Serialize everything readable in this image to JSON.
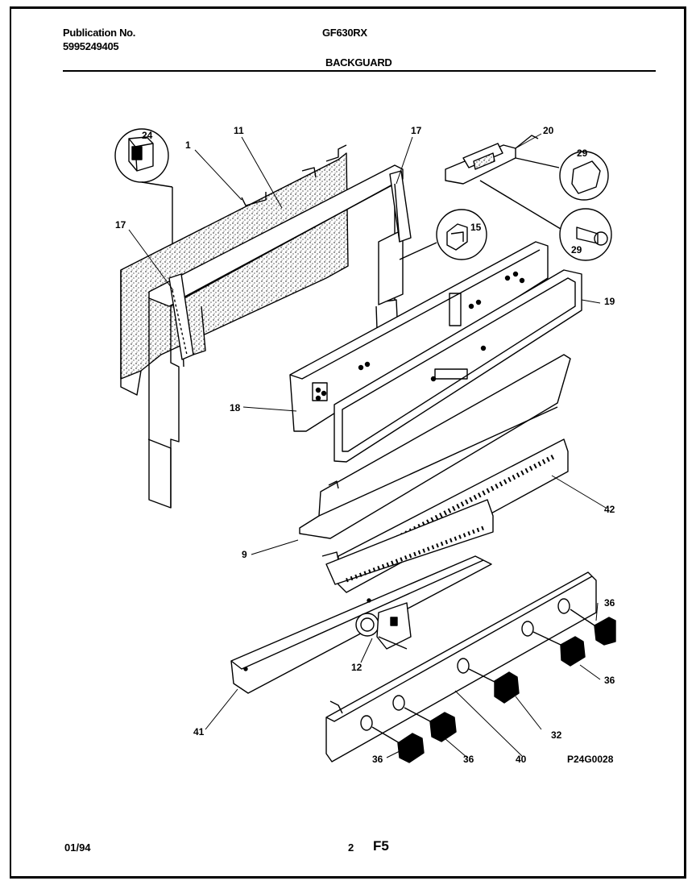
{
  "header": {
    "publication_label": "Publication No.",
    "publication_number": "5995249405",
    "model": "GF630RX",
    "section": "BACKGUARD"
  },
  "diagram": {
    "figure_code": "P24G0028",
    "callouts": [
      "1",
      "11",
      "17",
      "24",
      "17",
      "20",
      "29",
      "29",
      "15",
      "19",
      "18",
      "42",
      "9",
      "36",
      "12",
      "36",
      "41",
      "32",
      "36",
      "36",
      "40"
    ]
  },
  "footer": {
    "date": "01/94",
    "page": "2",
    "code": "F5"
  }
}
